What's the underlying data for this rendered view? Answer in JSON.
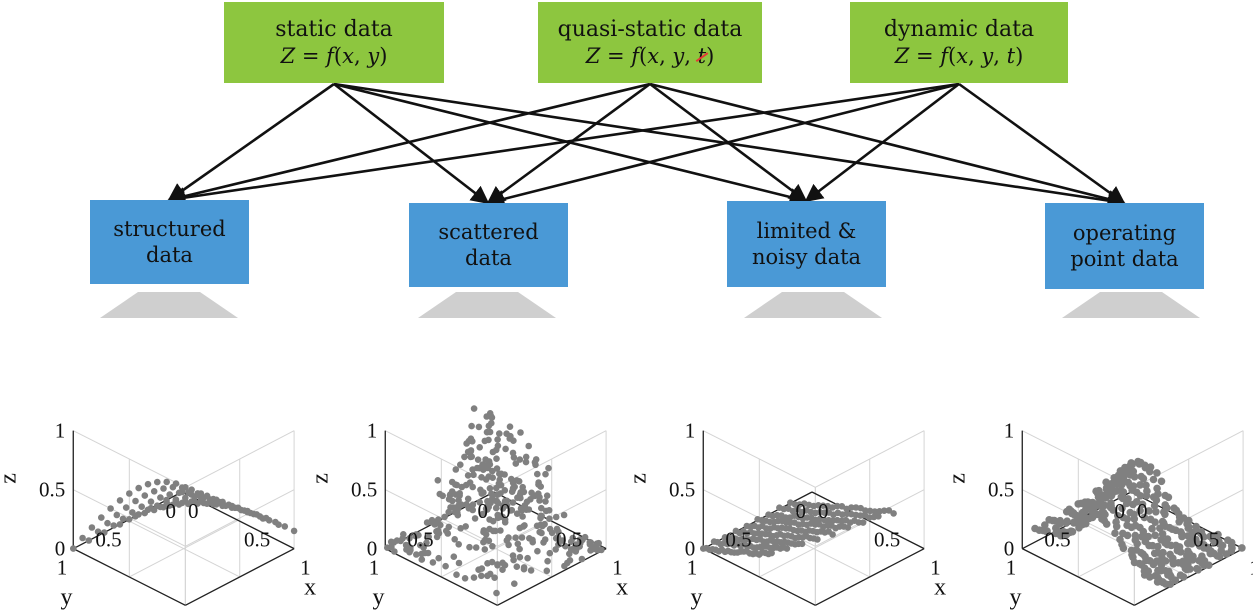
{
  "sources": [
    {
      "id": "static",
      "label": "static data",
      "formula": {
        "lhs": "Z",
        "args": [
          "x",
          "y"
        ],
        "struck": []
      }
    },
    {
      "id": "quasi",
      "label": "quasi-static data",
      "formula": {
        "lhs": "Z",
        "args": [
          "x",
          "y",
          "t"
        ],
        "struck": [
          "t"
        ]
      }
    },
    {
      "id": "dynamic",
      "label": "dynamic data",
      "formula": {
        "lhs": "Z",
        "args": [
          "x",
          "y",
          "t"
        ],
        "struck": []
      }
    }
  ],
  "targets": [
    {
      "id": "structured",
      "line1": "structured",
      "line2": "data"
    },
    {
      "id": "scattered",
      "line1": "scattered",
      "line2": "data"
    },
    {
      "id": "limited",
      "line1": "limited &",
      "line2": "noisy data"
    },
    {
      "id": "operating",
      "line1": "operating",
      "line2": "point data"
    }
  ],
  "connections": "every source connects to every target",
  "axes": {
    "x_label": "x",
    "y_label": "y",
    "z_label": "z",
    "z_ticks": [
      "0",
      "0.5",
      "1"
    ],
    "x_ticks": [
      "0",
      "0.5",
      "1"
    ],
    "y_ticks": [
      "0",
      "0.5",
      "1"
    ],
    "range": [
      0,
      1
    ]
  },
  "colors": {
    "source_fill": "#8dc63f",
    "target_fill": "#4a99d6",
    "point": "#808080",
    "arrow": "#111111",
    "strike": "#e53935",
    "grid": "#d4d4d4"
  }
}
